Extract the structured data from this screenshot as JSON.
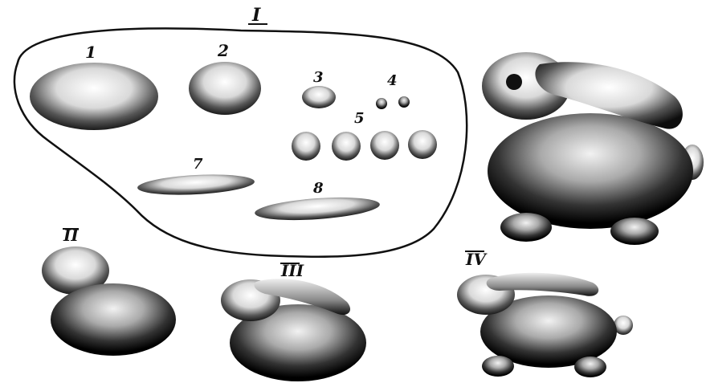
{
  "figure": {
    "section_labels": {
      "I": "I",
      "II": "II",
      "III": "III",
      "IV": "IV"
    },
    "part_labels": {
      "p1": "1",
      "p2": "2",
      "p3": "3",
      "p4": "4",
      "p5": "5",
      "p7": "7",
      "p8": "8"
    }
  },
  "colors": {
    "ink": "#111111",
    "paper": "#ffffff"
  }
}
